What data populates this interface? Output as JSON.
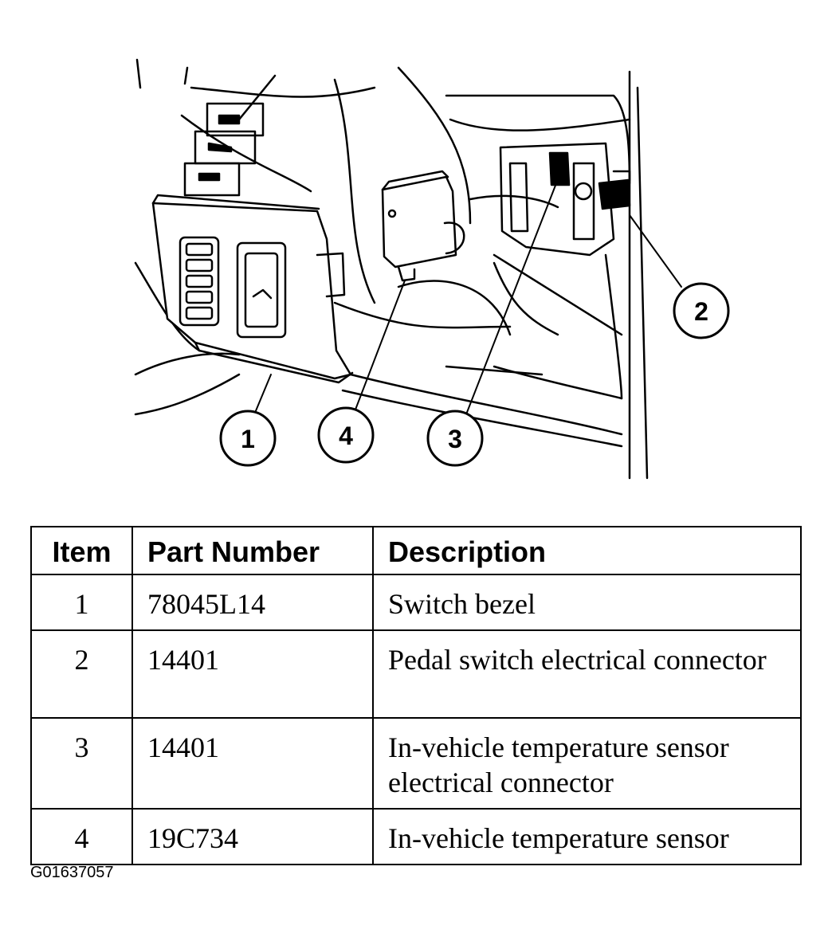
{
  "callouts": [
    "1",
    "2",
    "3",
    "4"
  ],
  "table": {
    "headers": {
      "item": "Item",
      "part_number": "Part Number",
      "description": "Description"
    },
    "rows": [
      {
        "item": "1",
        "part_number": "78045L14",
        "description": "Switch bezel"
      },
      {
        "item": "2",
        "part_number": "14401",
        "description": "Pedal switch electrical connector"
      },
      {
        "item": "3",
        "part_number": "14401",
        "description": "In-vehicle temperature sensor electrical connector"
      },
      {
        "item": "4",
        "part_number": "19C734",
        "description": "In-vehicle temperature sensor"
      }
    ]
  },
  "figure_id": "G01637057"
}
